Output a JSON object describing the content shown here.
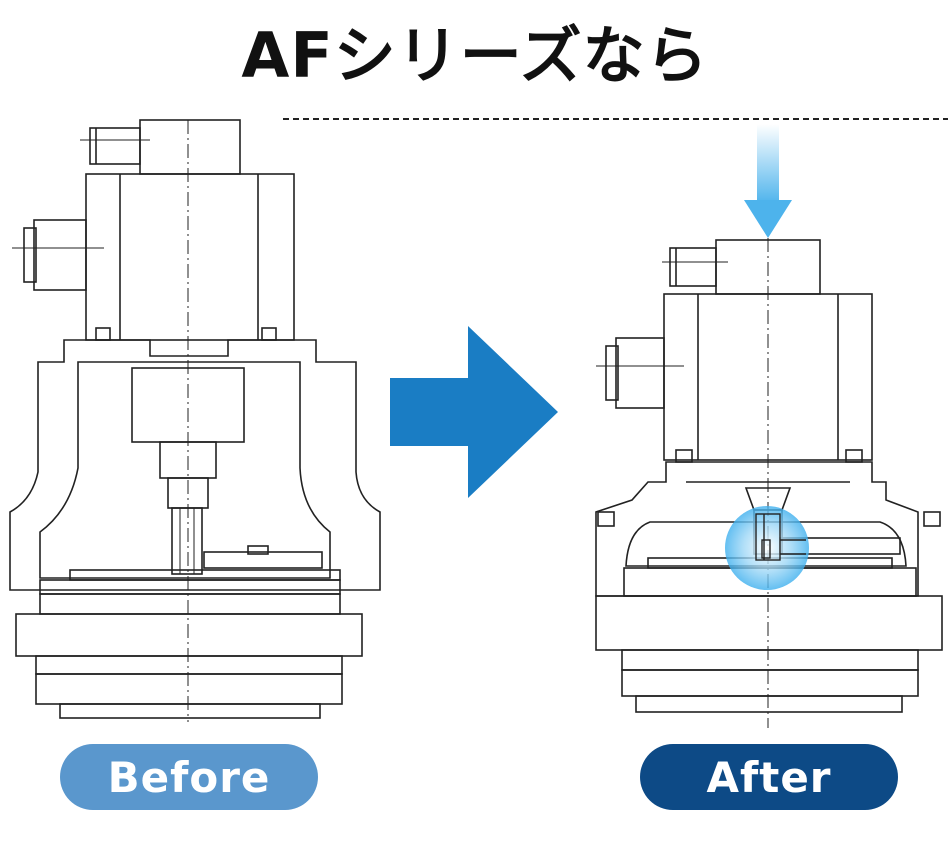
{
  "title": "AFシリーズなら",
  "labels": {
    "before": "Before",
    "after": "After"
  },
  "colors": {
    "before_pill": "#5a97cd",
    "after_pill": "#0d4a86",
    "big_arrow": "#1a7dc4",
    "press_arrow": "#4db3ec",
    "highlight": "#3fb0ee",
    "line": "#222222"
  }
}
